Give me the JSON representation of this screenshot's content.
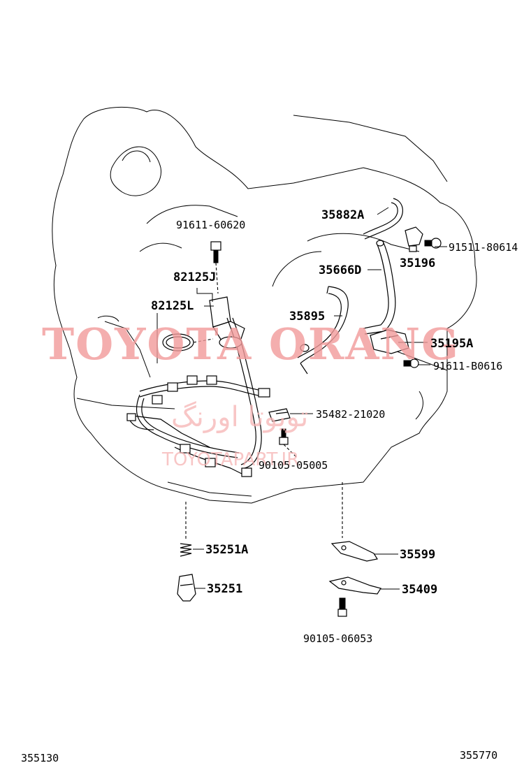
{
  "diagram": {
    "labels": {
      "p91611_60620": "91611-60620",
      "p82125J": "82125J",
      "p82125L": "82125L",
      "p35882A": "35882A",
      "p91511_80614": "91511-80614",
      "p35196": "35196",
      "p35666D": "35666D",
      "p35895": "35895",
      "p35195A": "35195A",
      "p91611_B0616": "91611-B0616",
      "p35482_21020": "35482-21020",
      "p90105_05005": "90105-05005",
      "p35251A": "35251A",
      "p35251": "35251",
      "p35599": "35599",
      "p35409": "35409",
      "p90105_06053": "90105-06053"
    },
    "figure_left": "355130",
    "figure_right": "355770"
  },
  "watermark": {
    "main": "TOYOTA ORANG",
    "persian": "تویوتا اورنگ",
    "url": "TOYOTAPART.IR"
  }
}
